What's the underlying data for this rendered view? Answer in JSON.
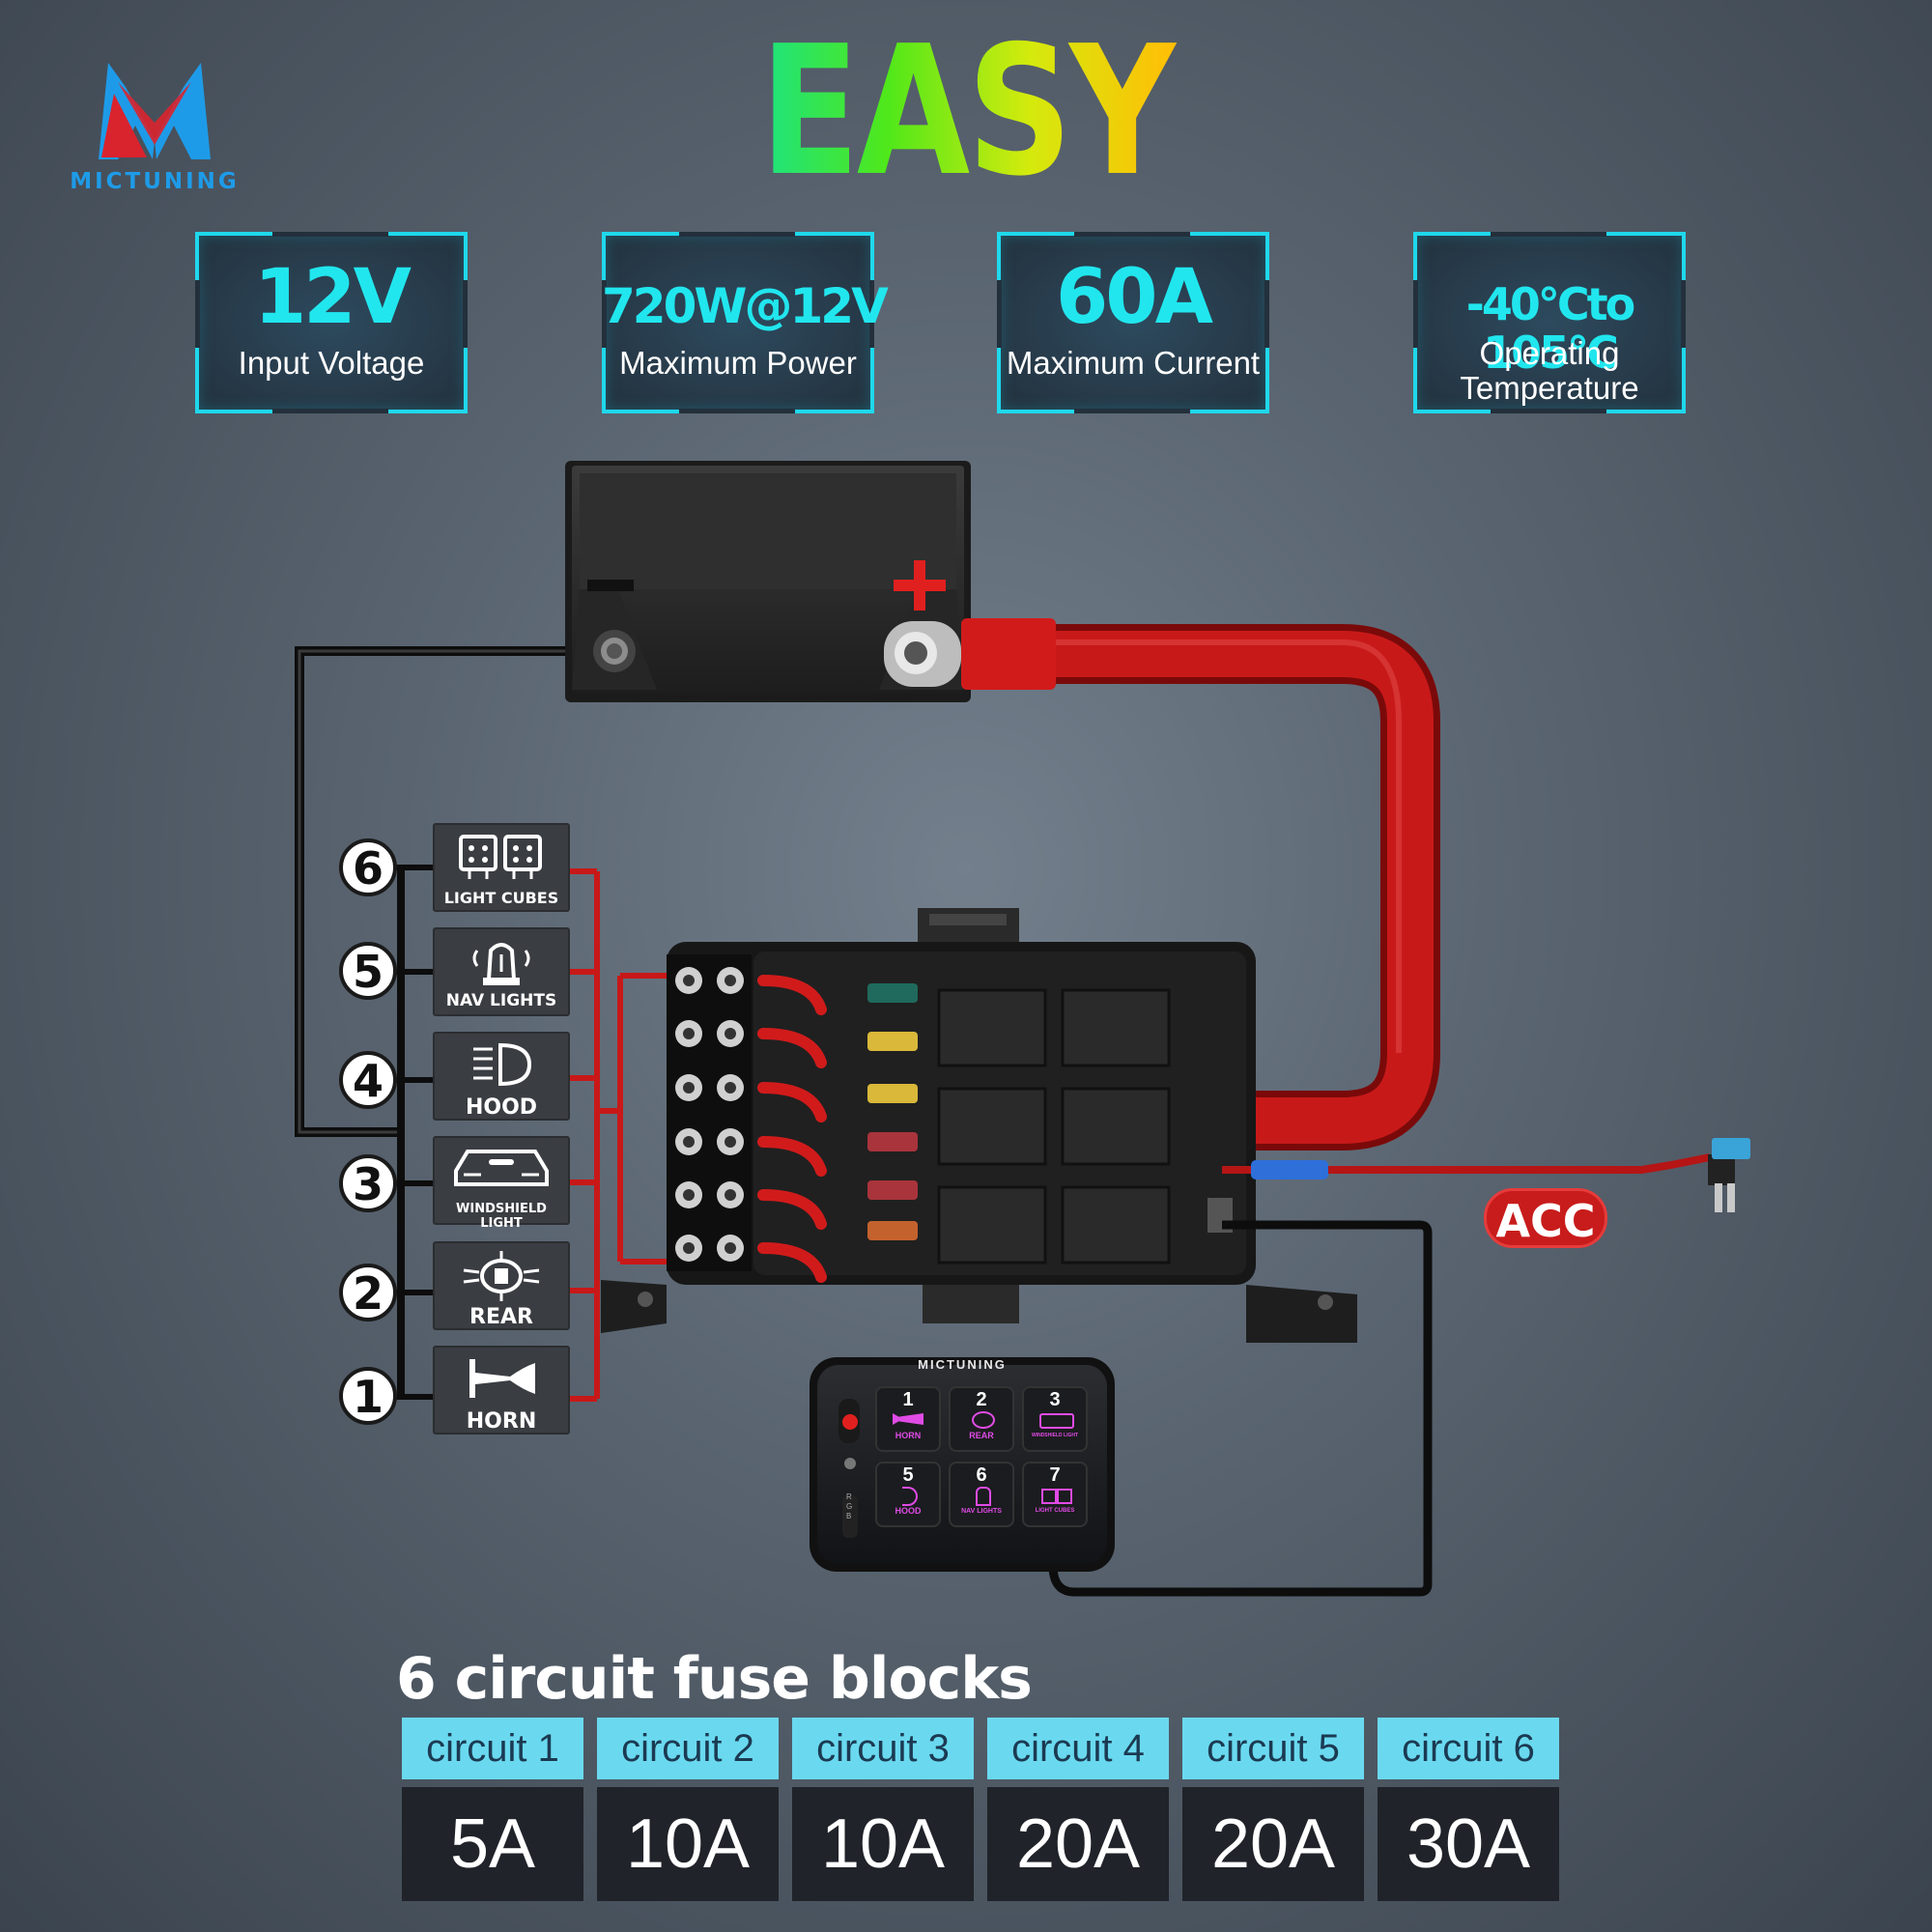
{
  "brand": {
    "name": "MICTUNING"
  },
  "title": "EASY WIRING",
  "specs": [
    {
      "value": "12V",
      "label": "Input Voltage"
    },
    {
      "value": "720W@12V",
      "label": "Maximum Power"
    },
    {
      "value": "60A",
      "label": "Maximum Current"
    },
    {
      "value": "-40°Cto 105°C",
      "label_line1": "Operating",
      "label_line2": "Temperature"
    }
  ],
  "circuits": [
    {
      "number": "6",
      "label": "LIGHT CUBES",
      "icon": "light-cubes-icon"
    },
    {
      "number": "5",
      "label": "NAV LIGHTS",
      "icon": "nav-lights-icon"
    },
    {
      "number": "4",
      "label": "HOOD",
      "icon": "hood-light-icon"
    },
    {
      "number": "3",
      "label": "WINDSHIELD LIGHT",
      "icon": "windshield-light-icon"
    },
    {
      "number": "2",
      "label": "REAR",
      "icon": "rear-light-icon"
    },
    {
      "number": "1",
      "label": "HORN",
      "icon": "horn-icon"
    }
  ],
  "acc_label": "ACC",
  "control_panel": {
    "brand": "MICTUNING",
    "buttons": [
      {
        "number": "1",
        "label": "HORN"
      },
      {
        "number": "2",
        "label": "REAR"
      },
      {
        "number": "3",
        "label": "WINDSHIELD LIGHT"
      },
      {
        "number": "5",
        "label": "HOOD"
      },
      {
        "number": "6",
        "label": "NAV LIGHTS"
      },
      {
        "number": "7",
        "label": "LIGHT CUBES"
      }
    ],
    "side_label": "RGB"
  },
  "fuse_blocks": {
    "title": "6 circuit fuse blocks",
    "columns": [
      {
        "name": "circuit 1",
        "rating": "5A"
      },
      {
        "name": "circuit 2",
        "rating": "10A"
      },
      {
        "name": "circuit 3",
        "rating": "10A"
      },
      {
        "name": "circuit 4",
        "rating": "20A"
      },
      {
        "name": "circuit 5",
        "rating": "20A"
      },
      {
        "name": "circuit 6",
        "rating": "30A"
      }
    ]
  },
  "colors": {
    "accent_cyan": "#21e6ee",
    "positive_red": "#c81c1c",
    "button_magenta": "#e04be6"
  }
}
